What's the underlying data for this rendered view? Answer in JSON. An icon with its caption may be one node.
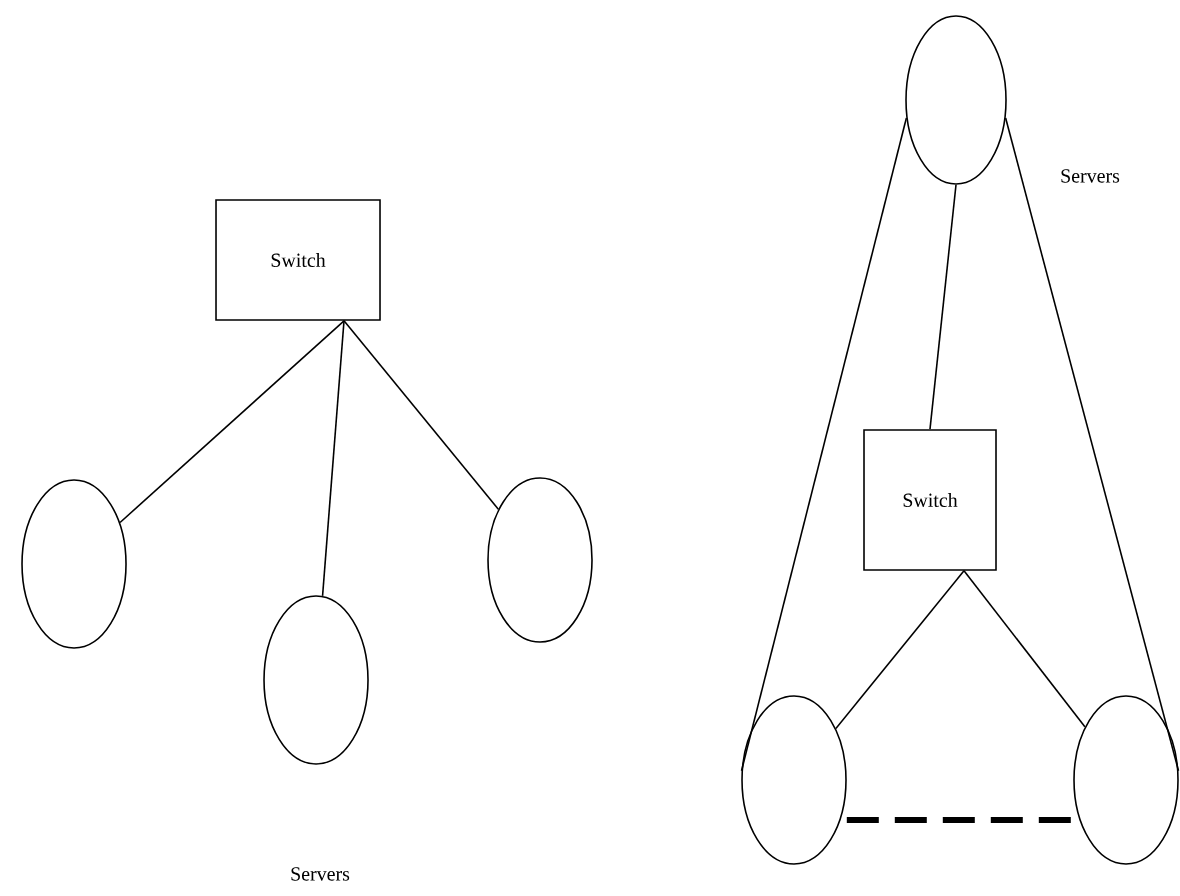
{
  "diagram": {
    "nodes": [
      {
        "text": [
          "Switch"
        ]
      },
      {
        "text": [],
        "shape": "ellipse"
      },
      {
        "text": [],
        "shape": "ellipse"
      },
      {
        "text": [],
        "shape": "ellipse"
      },
      {
        "text": [],
        "shape": "ellipse"
      },
      {
        "text": [
          "Switch"
        ]
      },
      {
        "text": [],
        "shape": "ellipse"
      },
      {
        "text": [],
        "shape": "ellipse"
      }
    ],
    "edges": [
      {
        "from": 0,
        "to": 1,
        "arrow": "none"
      },
      {
        "from": 0,
        "to": 2,
        "arrow": "none"
      },
      {
        "from": 0,
        "to": 3,
        "arrow": "none"
      },
      {
        "from": 4,
        "to": 5,
        "arrow": "none"
      },
      {
        "from": 4,
        "to": 6,
        "arrow": "none"
      },
      {
        "from": 4,
        "to": 7,
        "arrow": "none"
      },
      {
        "from": 5,
        "to": 6,
        "arrow": "none"
      },
      {
        "from": 5,
        "to": 7,
        "arrow": "none"
      },
      {
        "from": 6,
        "to": 7,
        "arrow": "none",
        "style": "dashed"
      }
    ],
    "labels": [
      "Servers",
      "Servers"
    ]
  }
}
